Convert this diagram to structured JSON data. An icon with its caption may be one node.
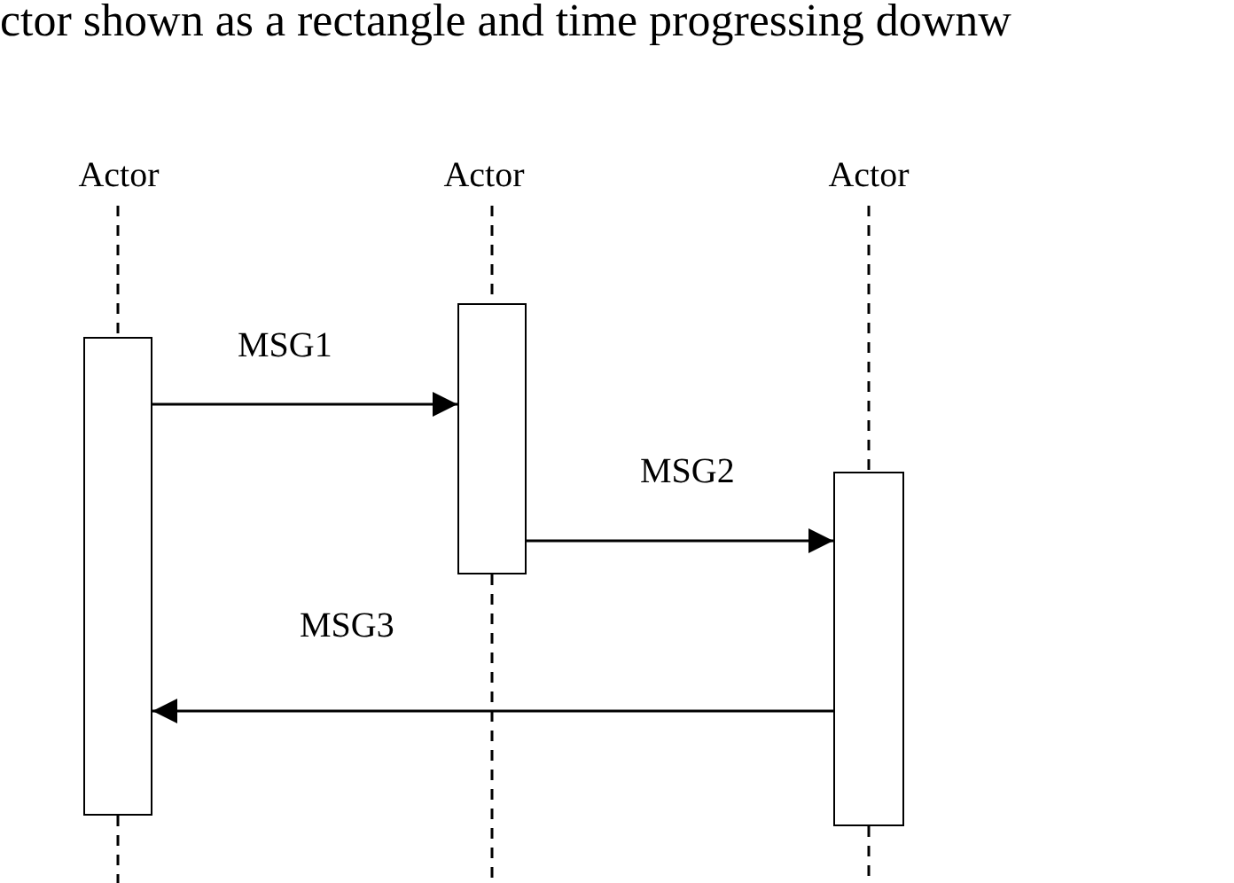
{
  "diagram": {
    "nodes": [
      {
        "text": [
          "Actor"
        ]
      },
      {
        "text": [
          "Actor"
        ]
      },
      {
        "text": [
          "Actor"
        ]
      },
      {
        "text": [],
        "shape": "bar"
      },
      {
        "text": [],
        "shape": "bar"
      },
      {
        "text": [],
        "shape": "bar"
      }
    ],
    "edges": [
      {
        "from": 0,
        "to": 3,
        "arrow": "none",
        "style": "dashed"
      },
      {
        "from": 1,
        "to": 4,
        "arrow": "none",
        "style": "dashed"
      },
      {
        "from": 2,
        "to": 5,
        "arrow": "none",
        "style": "dashed"
      },
      {
        "from": 3,
        "to": null,
        "arrow": "none",
        "style": "dashed"
      },
      {
        "from": 4,
        "to": null,
        "arrow": "none",
        "style": "dashed"
      },
      {
        "from": 5,
        "to": null,
        "arrow": "none",
        "style": "dashed"
      },
      {
        "from": 3,
        "to": 4,
        "arrow": "to",
        "label": "MSG1"
      },
      {
        "from": 4,
        "to": 5,
        "arrow": "to",
        "label": "MSG2"
      },
      {
        "from": 5,
        "to": 3,
        "arrow": "to",
        "label": "MSG3"
      }
    ],
    "labels": [
      "ctor shown as a rectangle and time progressing downw"
    ]
  }
}
